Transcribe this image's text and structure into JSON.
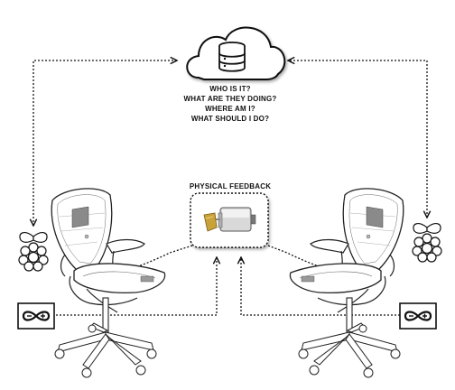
{
  "cloud": {
    "questions": [
      "WHO IS IT?",
      "WHAT ARE THEY DOING?",
      "WHERE AM I?",
      "WHAT SHOULD I DO?"
    ],
    "icon": "database-icon"
  },
  "feedback": {
    "label": "PHYSICAL FEEDBACK",
    "icon": "vibration-motor-icon"
  },
  "left_station": {
    "board_icon": "raspberry-pi-icon",
    "controller_icon": "arduino-icon",
    "seat_icon": "office-chair-icon"
  },
  "right_station": {
    "board_icon": "raspberry-pi-icon",
    "controller_icon": "arduino-icon",
    "seat_icon": "office-chair-icon"
  }
}
